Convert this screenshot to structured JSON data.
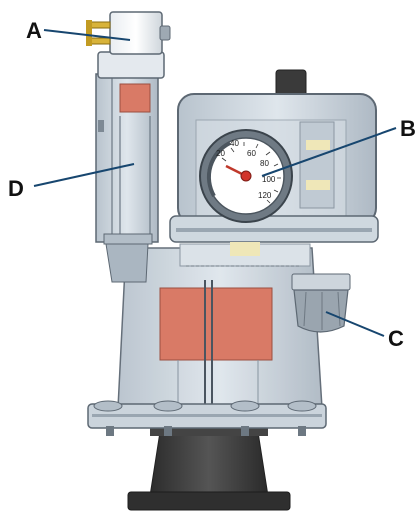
{
  "callouts": {
    "a": "A",
    "b": "B",
    "c": "C",
    "d": "D"
  },
  "gauge": {
    "ticks": [
      "20",
      "40",
      "60",
      "80",
      "100",
      "120"
    ]
  },
  "colors": {
    "housing": "#c9d3dc",
    "housing_edge": "#5d6873",
    "highlight_red": "#d97a66",
    "leader": "#17466f",
    "base_dark": "#3b3b3b",
    "connector_gold": "#d8b33a"
  }
}
